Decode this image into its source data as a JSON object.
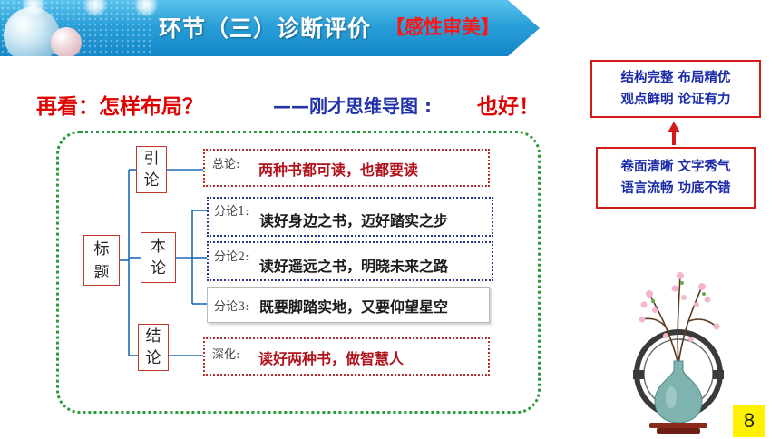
{
  "header": {
    "title": "环节（三）诊断评价",
    "tag": "【感性审美】"
  },
  "question": {
    "lead": "再看：怎样布局？",
    "answer_lead": "——刚才思维导图 :",
    "answer_tail": "也好！"
  },
  "outline": {
    "root": "标题",
    "intro": {
      "node": "引论",
      "label": "总论:",
      "text": "两种书都可读，也都要读"
    },
    "body": {
      "node": "本论",
      "points": [
        {
          "label": "分论1:",
          "text": "读好身边之书，迈好踏实之步"
        },
        {
          "label": "分论2:",
          "text": "读好遥远之书，明晓未来之路"
        },
        {
          "label": "分论3:",
          "text": "既要脚踏实地，又要仰望星空"
        }
      ]
    },
    "conclusion": {
      "node": "结论",
      "label": "深化:",
      "text": "读好两种书，做智慧人"
    }
  },
  "criteria": {
    "top": [
      "结构完整 布局精优",
      "观点鲜明 论证有力"
    ],
    "bottom": [
      "卷面清晰 文字秀气",
      "语言流畅 功底不错"
    ]
  },
  "page_number": "8",
  "colors": {
    "banner": "#2a9fd8",
    "accent_red": "#e00000",
    "accent_blue": "#1a2aa8",
    "frame_green": "#2a9a3c",
    "page_badge": "#fff200"
  }
}
